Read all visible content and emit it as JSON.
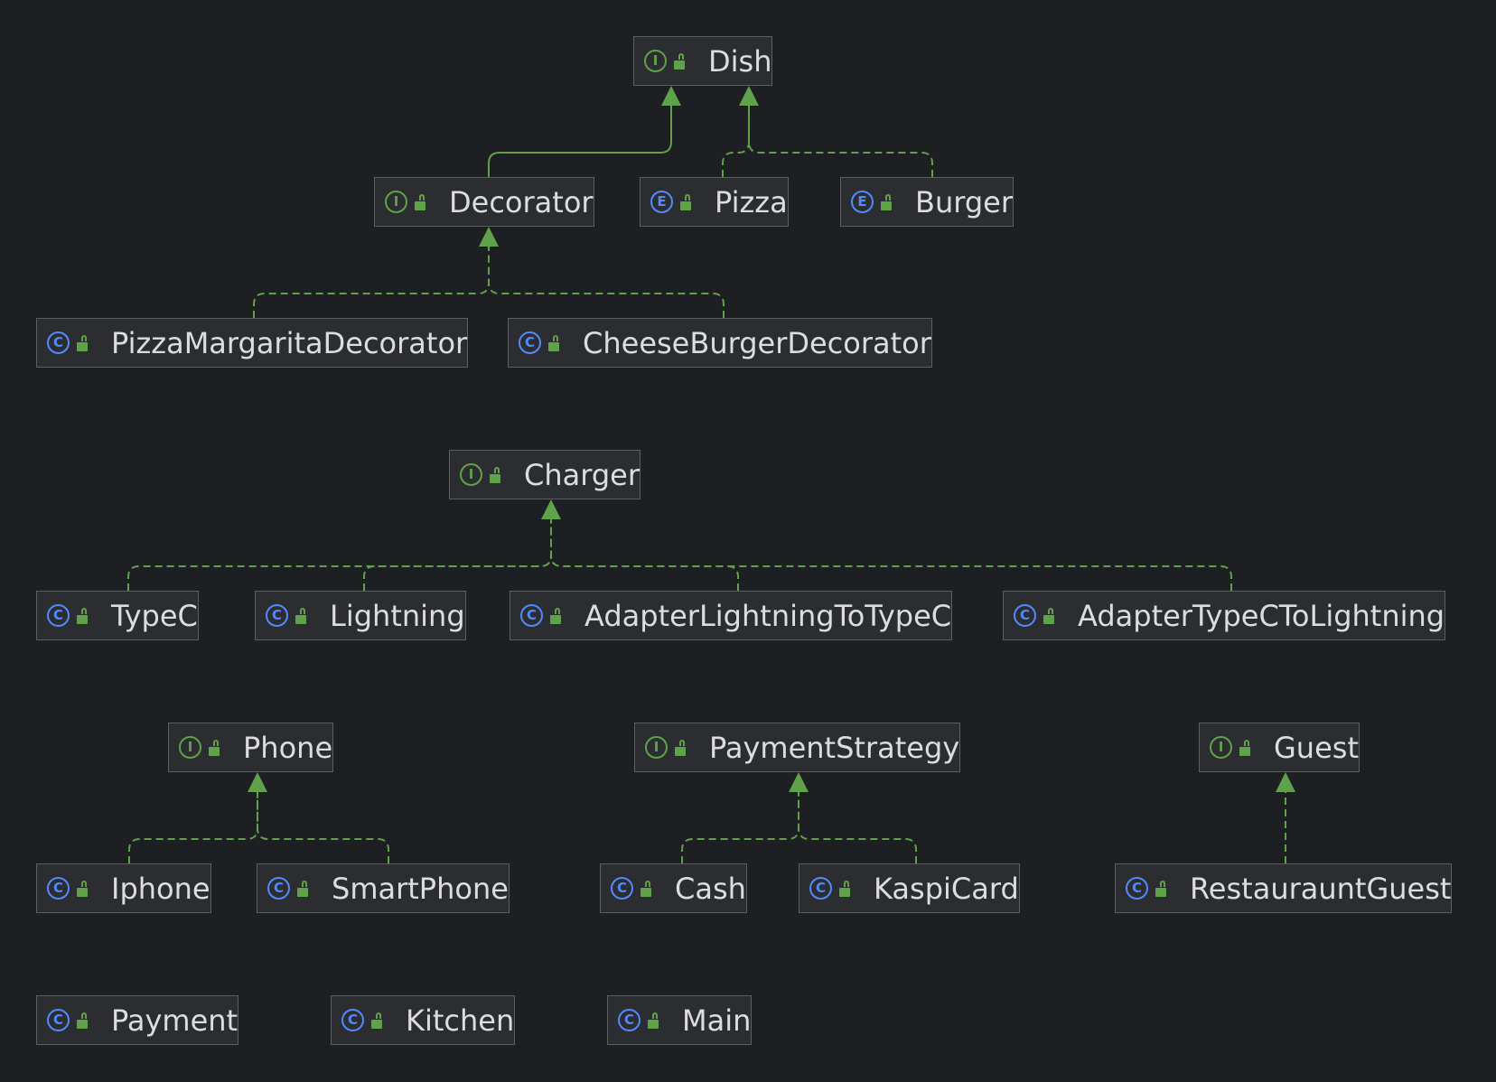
{
  "colors": {
    "background": "#1e1f22",
    "node_fill": "#2b2d30",
    "node_border": "#5c5e62",
    "text": "#dcdde0",
    "edge": "#5fa24a",
    "interface_icon": "#5fa24a",
    "class_icon": "#548af7"
  },
  "nodes": [
    {
      "id": "Dish",
      "label": "Dish",
      "kind": "interface",
      "icon_letter": "I"
    },
    {
      "id": "Decorator",
      "label": "Decorator",
      "kind": "interface",
      "icon_letter": "I"
    },
    {
      "id": "Pizza",
      "label": "Pizza",
      "kind": "enum",
      "icon_letter": "E"
    },
    {
      "id": "Burger",
      "label": "Burger",
      "kind": "enum",
      "icon_letter": "E"
    },
    {
      "id": "PizzaMargaritaDecorator",
      "label": "PizzaMargaritaDecorator",
      "kind": "class",
      "icon_letter": "C"
    },
    {
      "id": "CheeseBurgerDecorator",
      "label": "CheeseBurgerDecorator",
      "kind": "class",
      "icon_letter": "C"
    },
    {
      "id": "Charger",
      "label": "Charger",
      "kind": "interface",
      "icon_letter": "I"
    },
    {
      "id": "TypeC",
      "label": "TypeC",
      "kind": "class",
      "icon_letter": "C"
    },
    {
      "id": "Lightning",
      "label": "Lightning",
      "kind": "class",
      "icon_letter": "C"
    },
    {
      "id": "AdapterLightningToTypeC",
      "label": "AdapterLightningToTypeC",
      "kind": "class",
      "icon_letter": "C"
    },
    {
      "id": "AdapterTypeCToLightning",
      "label": "AdapterTypeCToLightning",
      "kind": "class",
      "icon_letter": "C"
    },
    {
      "id": "Phone",
      "label": "Phone",
      "kind": "interface",
      "icon_letter": "I"
    },
    {
      "id": "PaymentStrategy",
      "label": "PaymentStrategy",
      "kind": "interface",
      "icon_letter": "I"
    },
    {
      "id": "Guest",
      "label": "Guest",
      "kind": "interface",
      "icon_letter": "I"
    },
    {
      "id": "Iphone",
      "label": "Iphone",
      "kind": "class",
      "icon_letter": "C"
    },
    {
      "id": "SmartPhone",
      "label": "SmartPhone",
      "kind": "class",
      "icon_letter": "C"
    },
    {
      "id": "Cash",
      "label": "Cash",
      "kind": "class",
      "icon_letter": "C"
    },
    {
      "id": "KaspiCard",
      "label": "KaspiCard",
      "kind": "class",
      "icon_letter": "C"
    },
    {
      "id": "RestaurauntGuest",
      "label": "RestaurauntGuest",
      "kind": "class",
      "icon_letter": "C"
    },
    {
      "id": "Payment",
      "label": "Payment",
      "kind": "class",
      "icon_letter": "C"
    },
    {
      "id": "Kitchen",
      "label": "Kitchen",
      "kind": "class",
      "icon_letter": "C"
    },
    {
      "id": "Main",
      "label": "Main",
      "kind": "class",
      "icon_letter": "C"
    }
  ],
  "edges": [
    {
      "from": "Decorator",
      "to": "Dish",
      "style": "solid"
    },
    {
      "from": "Pizza",
      "to": "Dish",
      "style": "dashed"
    },
    {
      "from": "Burger",
      "to": "Dish",
      "style": "dashed"
    },
    {
      "from": "PizzaMargaritaDecorator",
      "to": "Decorator",
      "style": "dashed"
    },
    {
      "from": "CheeseBurgerDecorator",
      "to": "Decorator",
      "style": "dashed"
    },
    {
      "from": "TypeC",
      "to": "Charger",
      "style": "dashed"
    },
    {
      "from": "Lightning",
      "to": "Charger",
      "style": "dashed"
    },
    {
      "from": "AdapterLightningToTypeC",
      "to": "Charger",
      "style": "dashed"
    },
    {
      "from": "AdapterTypeCToLightning",
      "to": "Charger",
      "style": "dashed"
    },
    {
      "from": "Iphone",
      "to": "Phone",
      "style": "dashed"
    },
    {
      "from": "SmartPhone",
      "to": "Phone",
      "style": "dashed"
    },
    {
      "from": "Cash",
      "to": "PaymentStrategy",
      "style": "dashed"
    },
    {
      "from": "KaspiCard",
      "to": "PaymentStrategy",
      "style": "dashed"
    },
    {
      "from": "RestaurauntGuest",
      "to": "Guest",
      "style": "dashed"
    }
  ]
}
